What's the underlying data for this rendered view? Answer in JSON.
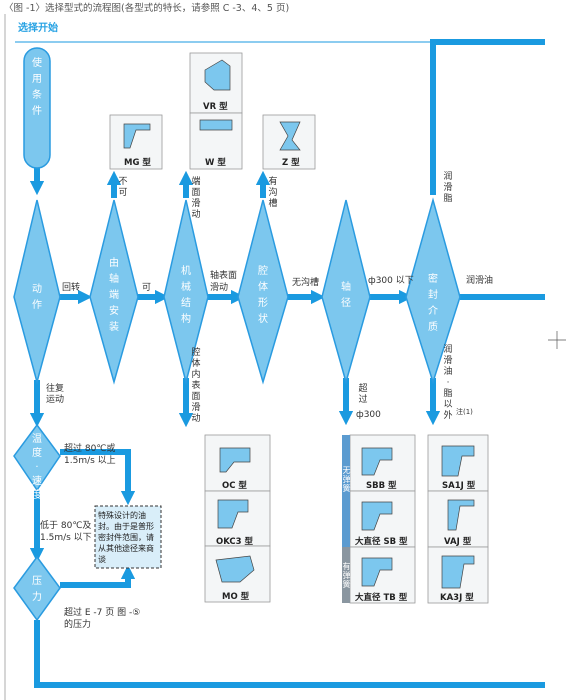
{
  "figure_caption": "〈图 -1〉选择型式的流程图(各型式的特长，请参照 C -3、4、5 页)",
  "start_label": "选择开始",
  "nodes": {
    "conditions": "使用条件",
    "motion": "动作",
    "axial_mounting": "由轴端安装",
    "mechanism": "机械结构",
    "cavity_shape": "腔体形状",
    "shaft_dia": "轴径",
    "sealed_medium": "密封介质",
    "temp_speed": "温度·速度",
    "pressure": "压力"
  },
  "edges": {
    "rotation": "回转",
    "reciprocating": "往复运动",
    "no": "不可",
    "yes": "可",
    "end_face_slide": "端面滑动",
    "shaft_surface_slide": "轴表面滑动",
    "cavity_inner_slide": "腔体内表面滑动",
    "grooved": "有沟槽",
    "no_groove": "无沟槽",
    "below_300": "ф300 以下",
    "over": "超过",
    "over_300_value": "ф300",
    "grease": "润滑脂",
    "oil": "润滑油",
    "other": "润滑油·脂以外",
    "note_ref": "注(1)",
    "temp_over": "超过 80℃或 1.5m/s 以上",
    "temp_under": "低于 80℃及 1.5m/s 以下",
    "pressure_over": "超过 E -7 页 图 -⑤的压力"
  },
  "special_note": "特殊设计的油封。由于是普形密封件范围，请从其他途径来商谈",
  "types": {
    "mg": "MG 型",
    "vr": "VR 型",
    "w": "W 型",
    "z": "Z 型",
    "oc": "OC 型",
    "okc3": "OKC3 型",
    "mo": "MO 型",
    "sbb": "SBB 型",
    "sb_large": "大直径 SB 型",
    "tb_large": "大直径 TB 型",
    "sa1j": "SA1J 型",
    "vaj": "VAJ 型",
    "ka3j": "KA3J 型",
    "no_spring": "无弹簧",
    "with_spring": "有弹簧"
  },
  "colors": {
    "flow": "#1a9ae0",
    "node_fill": "#7cc7ee",
    "node_stroke": "#2a9be0",
    "start_text": "#27a2e3",
    "band": "#5b9bd0",
    "box_border": "#9a9a9a"
  }
}
